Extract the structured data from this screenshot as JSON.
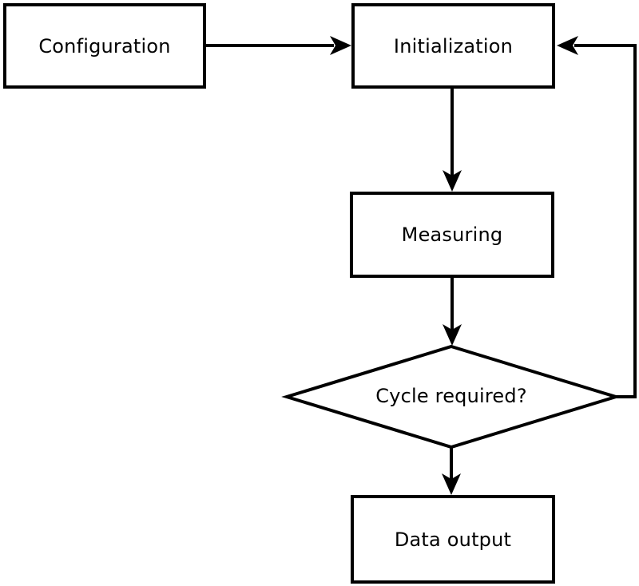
{
  "diagram": {
    "type": "flowchart",
    "background_color": "#ffffff",
    "stroke_color": "#000000",
    "text_color": "#000000",
    "nodes": [
      {
        "id": "configuration",
        "shape": "rectangle",
        "label": "Configuration"
      },
      {
        "id": "initialization",
        "shape": "rectangle",
        "label": "Initialization"
      },
      {
        "id": "measuring",
        "shape": "rectangle",
        "label": "Measuring"
      },
      {
        "id": "cycle-required",
        "shape": "diamond",
        "label": "Cycle required?"
      },
      {
        "id": "data-output",
        "shape": "rectangle",
        "label": "Data output"
      }
    ],
    "edges": [
      {
        "from": "configuration",
        "to": "initialization",
        "style": "arrow"
      },
      {
        "from": "initialization",
        "to": "measuring",
        "style": "arrow"
      },
      {
        "from": "measuring",
        "to": "cycle-required",
        "style": "arrow"
      },
      {
        "from": "cycle-required",
        "to": "data-output",
        "style": "arrow"
      },
      {
        "from": "cycle-required",
        "to": "initialization",
        "style": "arrow-feedback-loop"
      }
    ]
  }
}
